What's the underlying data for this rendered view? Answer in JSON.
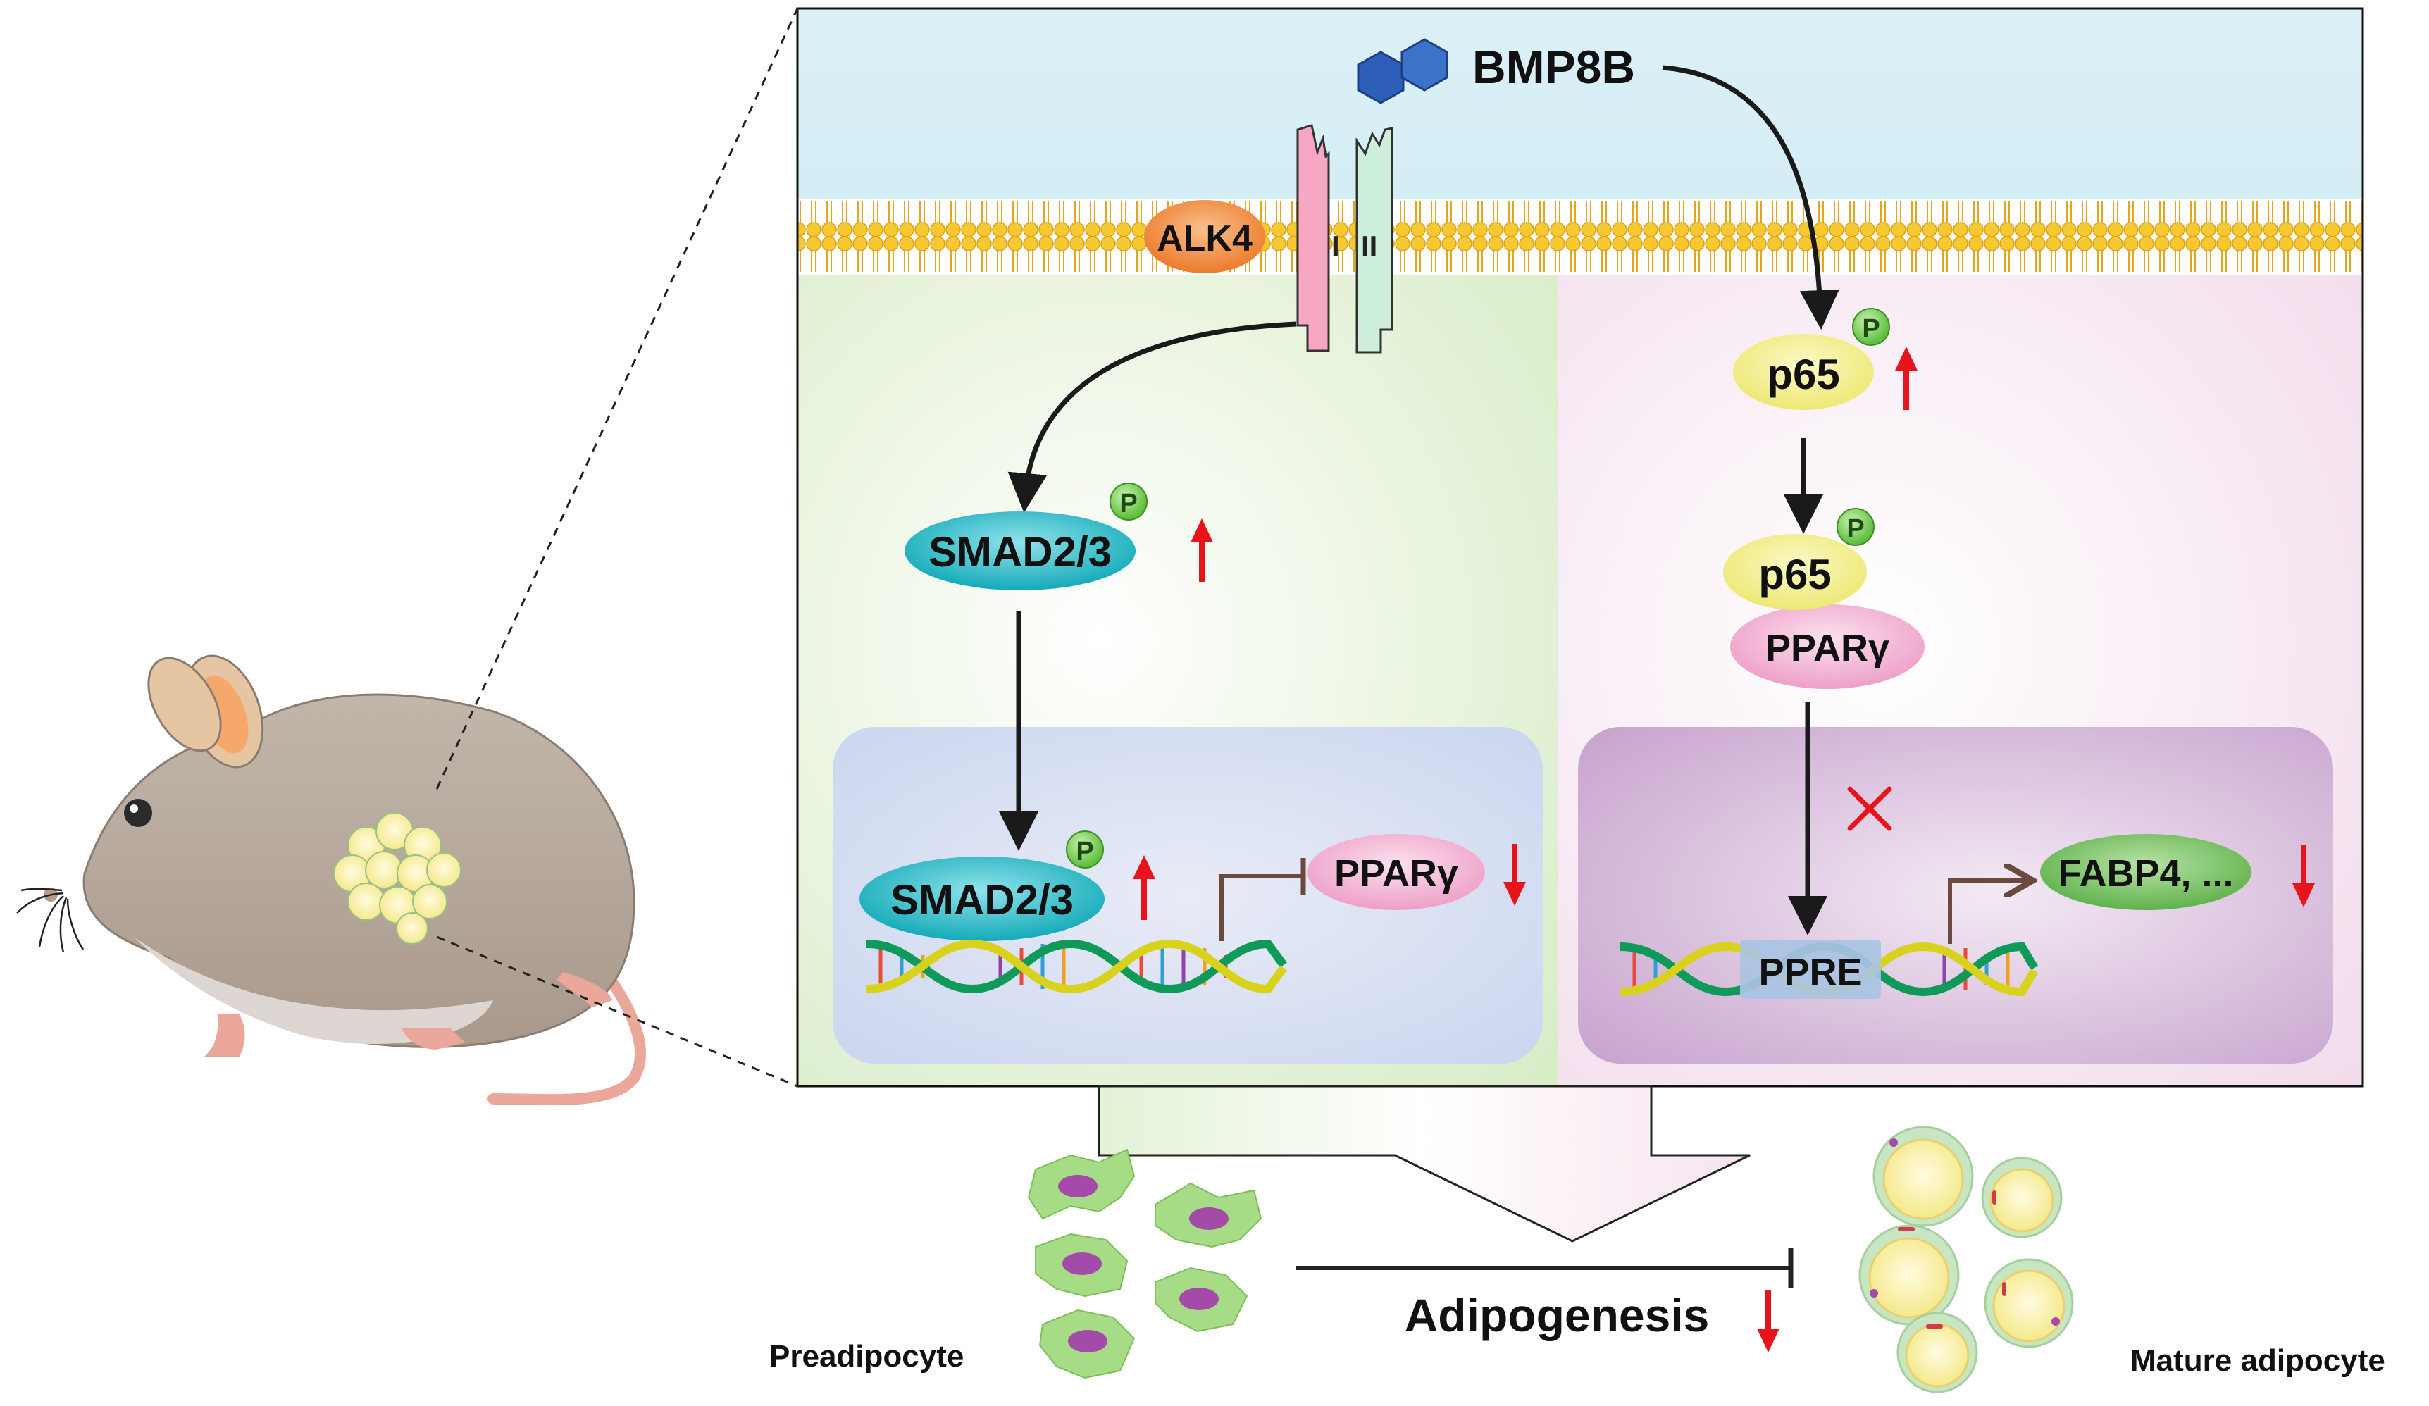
{
  "ligand": {
    "label": "BMP8B"
  },
  "receptor": {
    "coreceptor": "ALK4",
    "type1": "I",
    "type2": "II"
  },
  "left_pathway": {
    "smad_cyto": "SMAD2/3",
    "smad_nuc": "SMAD2/3",
    "target": "PPARγ",
    "phospho": "P"
  },
  "right_pathway": {
    "p65_top": "p65",
    "p65_complex": "p65",
    "partner": "PPARγ",
    "element": "PPRE",
    "target": "FABP4, ...",
    "phospho": "P"
  },
  "outcome": {
    "process": "Adipogenesis",
    "left_cell": "Preadipocyte",
    "right_cell": "Mature adipocyte"
  },
  "colors": {
    "up_down_arrow": "#e8141c",
    "membrane": "#f2be2b",
    "smad": "#1fb7c4",
    "p65": "#f3ef8a",
    "ppar": "#f2b4d4",
    "fabp4": "#6ebe5c",
    "alk4": "#f0883a",
    "phospho": "#7ed357"
  }
}
